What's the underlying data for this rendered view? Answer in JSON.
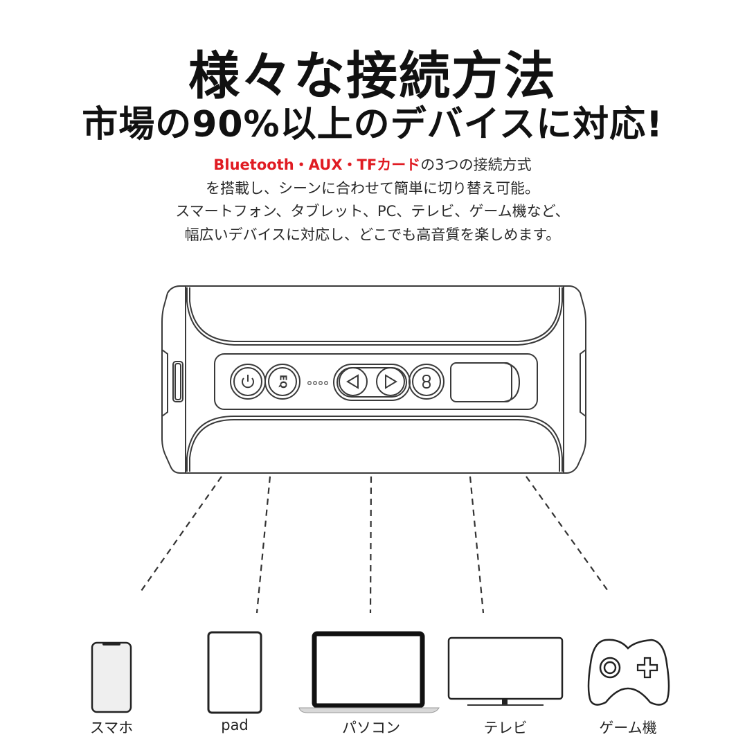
{
  "header": {
    "title": "様々な接続方法",
    "subtitle": "市場の90%以上のデバイスに対応!"
  },
  "description": {
    "accent_text": "Bluetooth・AUX・TFカード",
    "line1_rest": "の3つの接続方式",
    "line2": "を搭載し、シーンに合わせて簡単に切り替え可能。",
    "line3": "スマートフォン、タブレット、PC、テレビ、ゲーム機など、",
    "line4": "幅広いデバイスに対応し、どこでも高音質を楽しめます。",
    "accent_color": "#e01b22"
  },
  "speaker": {
    "buttons": [
      {
        "name": "power",
        "icon": "power-icon"
      },
      {
        "name": "eq",
        "icon": "eq-icon",
        "label": "EQ"
      },
      {
        "name": "previous",
        "icon": "triangle-left-icon"
      },
      {
        "name": "next",
        "icon": "triangle-right-icon"
      },
      {
        "name": "link",
        "icon": "link-icon"
      }
    ],
    "indicator_dots": 4
  },
  "devices": [
    {
      "label": "スマホ",
      "icon": "smartphone-icon"
    },
    {
      "label": "pad",
      "icon": "tablet-icon"
    },
    {
      "label": "パソコン",
      "icon": "laptop-icon"
    },
    {
      "label": "テレビ",
      "icon": "tv-icon"
    },
    {
      "label": "ゲーム機",
      "icon": "gamepad-icon"
    }
  ]
}
